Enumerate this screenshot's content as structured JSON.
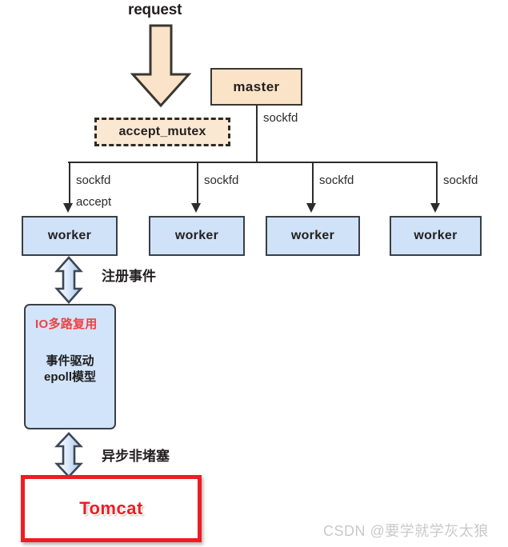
{
  "diagram": {
    "request_label": "request",
    "master": {
      "label": "master"
    },
    "accept_mutex": {
      "label": "accept_mutex"
    },
    "master_edge_label": "sockfd",
    "accept_label": "accept",
    "workers": [
      {
        "label": "worker",
        "edge_label": "sockfd"
      },
      {
        "label": "worker",
        "edge_label": "sockfd"
      },
      {
        "label": "worker",
        "edge_label": "sockfd"
      },
      {
        "label": "worker",
        "edge_label": "sockfd"
      }
    ],
    "register_event_label": "注册事件",
    "io_box": {
      "top_label": "IO多路复用",
      "mid_line1": "事件驱动",
      "mid_line2": "epoll模型"
    },
    "async_nonblocking_label": "异步非堵塞",
    "tomcat": {
      "label": "Tomcat"
    }
  },
  "watermark": {
    "text": "CSDN @要学就学灰太狼"
  },
  "colors": {
    "master_fill": "#fbe3c7",
    "mutex_fill": "#fbe8d2",
    "worker_fill": "#cfe2f8",
    "io_fill": "#d2e4fa",
    "tomcat_border": "#ee1c25",
    "io_top_text": "#e8434b",
    "line": "#2c2c2c",
    "watermark": "#c9c9c9"
  },
  "icons": {
    "request_arrow": "block-arrow-down-icon",
    "register_arrow": "double-arrow-vertical-icon",
    "async_arrow": "double-arrow-vertical-icon"
  }
}
